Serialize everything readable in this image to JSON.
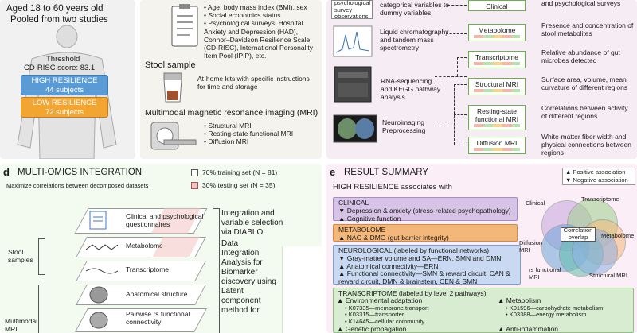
{
  "panel_a": {
    "age_line": "Aged 18 to 60 years old",
    "pool_line": "Pooled from two studies",
    "threshold_label": "Threshold",
    "threshold_value": "CD-RISC score: 83.1",
    "high_label": "HIGH RESILIENCE",
    "high_count": "44 subjects",
    "low_label": "LOW RESILIENCE",
    "low_count": "72 subjects"
  },
  "panel_b": {
    "survey_items": [
      "Age, body mass index (BMI), sex",
      "Social economics status",
      "Psychological surveys: Hospital Anxiety and Depression (HAD), Connor–Davidson Resilience Scale (CD-RISC), International Personality Item Pool (IPIP), etc."
    ],
    "stool_title": "Stool sample",
    "stool_text": "At-home kits with specific instructions for time and storage",
    "mri_title": "Multimodal magnetic resonance imaging (MRI)",
    "mri_items": [
      "Structural MRI",
      "Resting-state functional MRI",
      "Diffusion MRI"
    ]
  },
  "panel_c": {
    "psych_obs": "psychological survey observations",
    "methods": [
      "categorical variables to dummy variables",
      "Liquid chromatography and tandem mass spectrometry",
      "RNA-sequencing and KEGG pathway analysis",
      "Neuroimaging Preprocessing"
    ],
    "omics": [
      "Clinical",
      "Metabolome",
      "Transcriptome",
      "Structural MRI",
      "Resting-state functional MRI",
      "Diffusion MRI"
    ],
    "descriptions": [
      "and psychological surveys",
      "Presence and concentration of stool metabolites",
      "Relative abundance of gut microbes detected",
      "Surface area, volume, mean curvature of different regions",
      "Correlations between activity of different regions",
      "White-matter fiber width and physical connections between regions"
    ]
  },
  "panel_d": {
    "letter": "d",
    "title": "MULTI-OMICS INTEGRATION",
    "subtitle": "Maximize correlations between decomposed datasets",
    "train_label": "70% training set (N = 81)",
    "test_label": "30% testing set (N = 35)",
    "layers": [
      "Clinical and psychological questionnaires",
      "Metabolome",
      "Transcriptome",
      "Anatomical structure",
      "Pairwise rs functional connectivity"
    ],
    "group_stool": "Stool samples",
    "group_mri": "Multimodal MRI",
    "side_text_1": "Integration and variable selection via DIABLO",
    "side_text_2": "Data Integration Analysis for Biomarker discovery using Latent component method for"
  },
  "panel_e": {
    "letter": "e",
    "title": "RESULT SUMMARY",
    "subtitle": "HIGH RESILIENCE associates with",
    "legend_pos": "▲ Positive association",
    "legend_neg": "▼ Negative association",
    "clinical_head": "CLINICAL",
    "clinical_items": [
      "▼ Depression & anxiety (stress-related psychopathology)",
      "▲ Cognitive function"
    ],
    "metab_head": "METABOLOME",
    "metab_items": [
      "▲ NAG & DMG (gut-barrier integrity)"
    ],
    "neuro_head": "NEUROLOGICAL (labeled by functional networks)",
    "neuro_items": [
      "▼ Gray-matter volume and SA—ERN, SMN and DMN",
      "▲ Anatomical connectivity—ERN",
      "▲ Functional connectivity—SMN & reward circuit, CAN & reward circuit, DMN & brainstem, CEN & SMN"
    ],
    "trans_head": "TRANSCRIPTOME (labeled by level 2 pathways)",
    "trans_left_head": "▲ Environmental adaptation",
    "trans_left_items": [
      "K07335—membrane transport",
      "K03315—transporter",
      "K14645—cellular community"
    ],
    "trans_left_head2": "▲ Genetic propagation",
    "trans_right_head": "▲ Metabolism",
    "trans_right_items": [
      "K01596—carbohydrate metabolism",
      "K03388—energy metabolism"
    ],
    "trans_right_head2": "▲ Anti-inflammation",
    "venn_labels": [
      "Clinical",
      "Transcriptome",
      "Metabolome",
      "Diffusion MRI",
      "rs functional MRI",
      "Structural MRI"
    ],
    "venn_center": "Correlation overlap"
  },
  "colors": {
    "panel_a_bg": "#f1f1f1",
    "panel_b_bg": "#f4f3ee",
    "panel_c_bg": "#f6ecf4",
    "panel_d_bg": "#f3faf0",
    "panel_e_bg": "#fbeef6",
    "high_blue": "#5b9bd5",
    "low_orange": "#f2a531",
    "clinical_purple": "#d6c3e6",
    "metab_orange": "#f4b77a",
    "neuro_blue": "#c9d9f1",
    "trans_green": "#d7ecd0"
  }
}
